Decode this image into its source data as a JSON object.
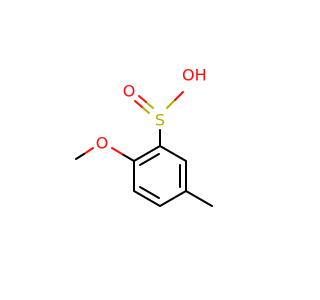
{
  "molecule": {
    "atoms": {
      "sulfur": "S",
      "oxygen_double": "O",
      "oxygen_hydroxyl": "OH",
      "oxygen_methoxy": "O"
    },
    "colors": {
      "bond": "#000000",
      "oxygen": "#ff0d0d",
      "sulfur": "#b2b200"
    }
  }
}
